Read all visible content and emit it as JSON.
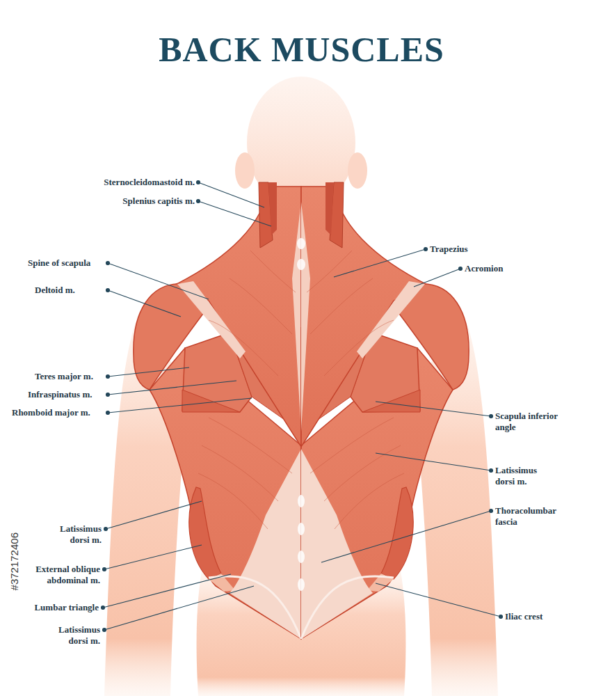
{
  "diagram": {
    "title": "BACK MUSCLES",
    "labels": [
      "Sternocleidomastoid m.",
      "Splenius capitis m.",
      "Spine of scapula",
      "Deltoid m.",
      "Teres major m.",
      "Infraspinatus m.",
      "Rhomboid major m.",
      "Latissimus dorsi m.",
      "External oblique abdominal m.",
      "Lumbar triangle",
      "Latissimus dorsi m.",
      "Trapezius",
      "Acromion",
      "Scapula inferior angle",
      "Latissimus dorsi m.",
      "Thoracolumbar fascia",
      "Iliac crest",
      "#372172406"
    ]
  }
}
